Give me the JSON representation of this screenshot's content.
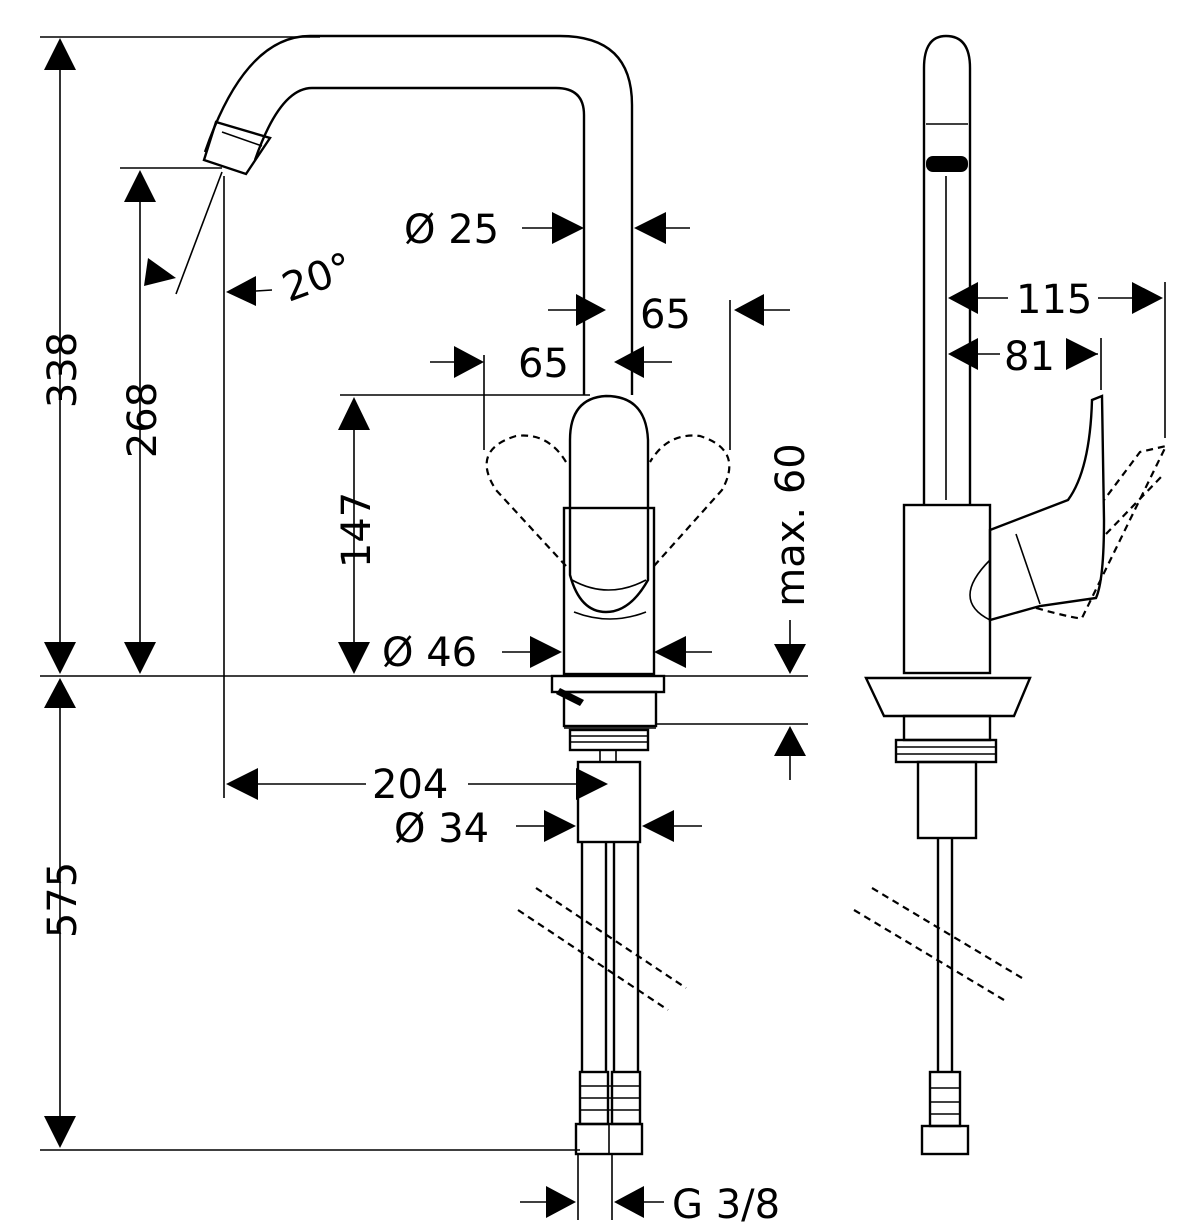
{
  "dimensions": {
    "total_height_upper": "338",
    "spout_height": "268",
    "total_height_lower": "575",
    "handle_height": "147",
    "swivel_angle": "20°",
    "spout_diameter": "Ø 25",
    "handle_swing_right": "65",
    "handle_swing_left": "65",
    "max_deck": "max. 60",
    "body_diameter": "Ø 46",
    "reach": "204",
    "shank_diameter": "Ø 34",
    "connection_thread": "G 3/8",
    "side_depth_total": "115",
    "side_depth_handle": "81"
  }
}
